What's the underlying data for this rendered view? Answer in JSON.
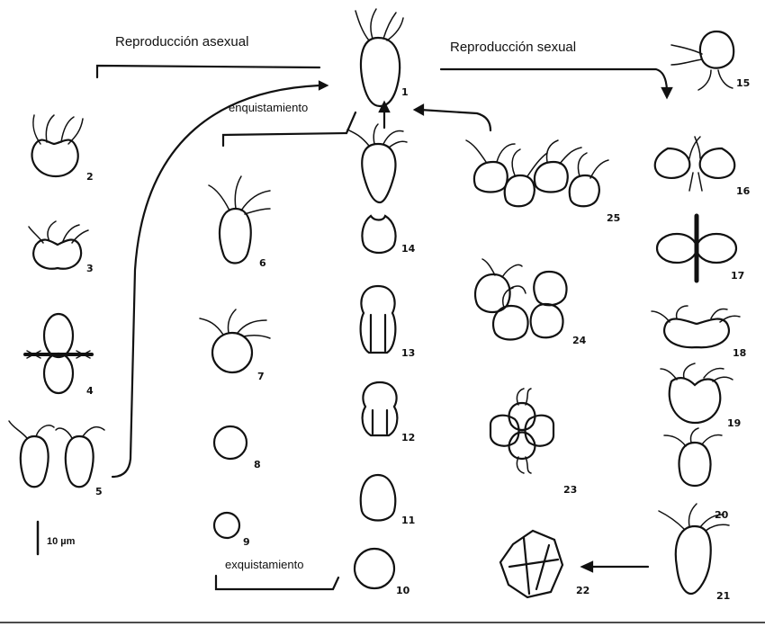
{
  "labels": {
    "asexual": "Reproducción asexual",
    "sexual": "Reproducción sexual",
    "encyst": "enquistamiento",
    "excyst": "exquistamiento",
    "scale": "10 µm"
  },
  "stage_numbers": [
    "1",
    "2",
    "3",
    "4",
    "5",
    "6",
    "7",
    "8",
    "9",
    "10",
    "11",
    "12",
    "13",
    "14",
    "15",
    "16",
    "17",
    "18",
    "19",
    "20",
    "21",
    "22",
    "23",
    "24",
    "25"
  ],
  "colors": {
    "ink": "#111111",
    "background": "#ffffff"
  }
}
